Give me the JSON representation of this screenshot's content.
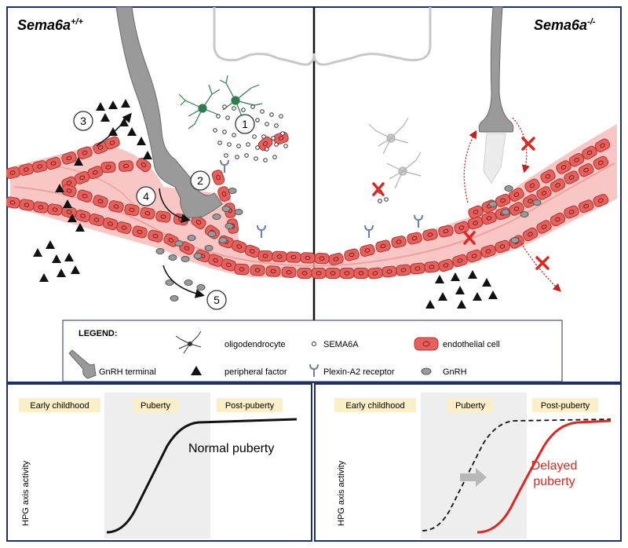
{
  "panels": {
    "left_title": "Sema6a",
    "left_title_sup": "+/+",
    "right_title": "Sema6a",
    "right_title_sup": "-/-"
  },
  "steps": [
    "1",
    "2",
    "3",
    "4",
    "5"
  ],
  "legend": {
    "heading": "LEGEND:",
    "items": {
      "oligodendrocyte": "oligodendrocyte",
      "sema6a": "SEMA6A",
      "endothelial": "endothelial cell",
      "gnrh_terminal": "GnRH terminal",
      "peripheral_factor": "peripheral factor",
      "plexin": "Plexin-A2 receptor",
      "gnrh": "GnRH"
    }
  },
  "graphs": {
    "phases": [
      "Early childhood",
      "Puberty",
      "Post-puberty"
    ],
    "y_label": "HPG axis activity",
    "left_curve_label": "Normal puberty",
    "right_curve_label_1": "Delayed",
    "right_curve_label_2": "puberty"
  },
  "colors": {
    "vessel": "#f5b3b0",
    "cell_fill": "#e8605c",
    "cell_stroke": "#b03430",
    "neuron": "#9a9a9a",
    "oligo_green": "#2e7d4f",
    "plexin": "#6f7fb0",
    "frame": "#1f2f6a",
    "phase_bg": "#fbefc8",
    "puberty_bg": "#eeeeee",
    "delay_red": "#e0261f"
  }
}
